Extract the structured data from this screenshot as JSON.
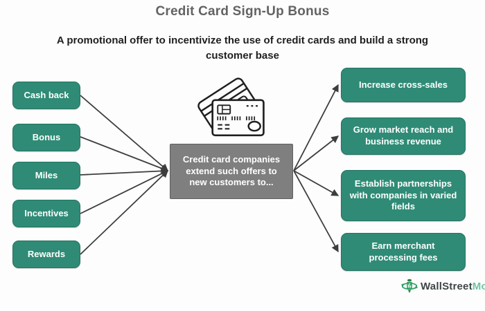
{
  "title": "Credit Card Sign-Up Bonus",
  "subtitle": "A promotional offer to incentivize the use of credit cards and build a strong customer base",
  "center_box": {
    "text": "Credit card companies extend such offers to new customers to...",
    "icon": "credit-cards-icon"
  },
  "left_items": [
    {
      "label": "Cash back"
    },
    {
      "label": "Bonus"
    },
    {
      "label": "Miles"
    },
    {
      "label": "Incentives"
    },
    {
      "label": "Rewards"
    }
  ],
  "right_items": [
    {
      "label": "Increase cross-sales"
    },
    {
      "label": "Grow market reach and business revenue"
    },
    {
      "label": "Establish partnerships with companies in varied fields"
    },
    {
      "label": "Earn merchant processing fees"
    }
  ],
  "logo": {
    "text_dark": "WallStreet",
    "text_green": "Mojo"
  },
  "colors": {
    "box_green": "#2f8b76",
    "center_gray": "#7f7f7f",
    "connector": "#3d3d3d",
    "title_gray": "#636363",
    "subtitle_dark": "#1f1f1f",
    "logo_dark": "#3f4547",
    "logo_green": "#6cc5a1"
  }
}
